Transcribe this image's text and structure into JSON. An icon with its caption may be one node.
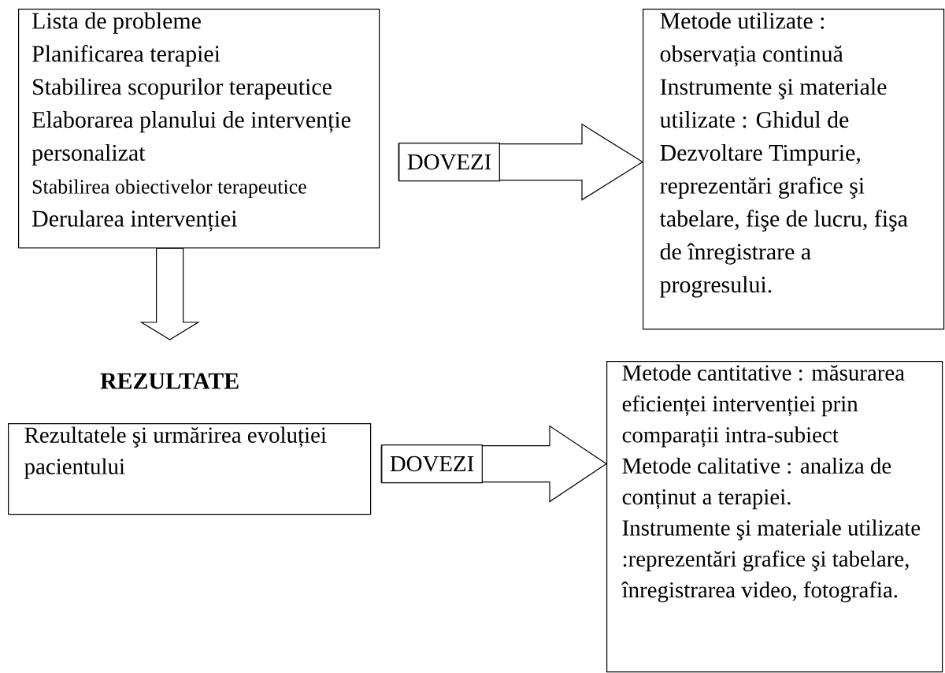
{
  "diagram": {
    "nodes": [
      {
        "text": [
          "Lista de probleme",
          "Planificarea terapiei",
          "Stabilirea scopurilor terapeutice",
          "Elaborarea planului de intervenție personalizat",
          "Stabilirea obiectivelor terapeutice",
          "Derularea intervenției"
        ]
      },
      {
        "text": [
          "Metode utilizate : observația continuă",
          "Instrumente şi materiale utilizate : Ghidul de Dezvoltare Timpurie, reprezentări grafice şi tabelare, fişe de lucru, fişa de înregistrare a progresului."
        ]
      },
      {
        "text": [
          "REZULTATE"
        ]
      },
      {
        "text": [
          "Rezultatele şi urmărirea evoluției pacientului"
        ]
      },
      {
        "text": [
          "Metode cantitative : măsurarea eficienței intervenției prin comparații intra-subiect",
          "Metode calitative : analiza de conținut a terapiei.",
          "Instrumente şi materiale utilizate :reprezentări grafice şi tabelare, înregistrarea video, fotografia."
        ]
      }
    ],
    "edges": [
      {
        "from": 0,
        "to": 1,
        "label": "DOVEZI",
        "arrow": "to"
      },
      {
        "from": 0,
        "to": 2,
        "arrow": "to"
      },
      {
        "from": 3,
        "to": 4,
        "label": "DOVEZI",
        "arrow": "to"
      }
    ]
  }
}
